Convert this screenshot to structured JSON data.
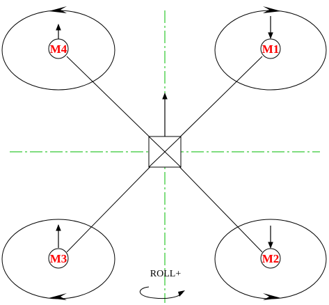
{
  "diagram": {
    "motors": [
      {
        "id": "m4",
        "label": "M4"
      },
      {
        "id": "m1",
        "label": "M1"
      },
      {
        "id": "m3",
        "label": "M3"
      },
      {
        "id": "m2",
        "label": "M2"
      }
    ],
    "roll_label": "ROLL+",
    "colors": {
      "line": "#000000",
      "centerline": "#00bb00",
      "motor_text": "#ff0000",
      "background": "#ffffff"
    }
  }
}
